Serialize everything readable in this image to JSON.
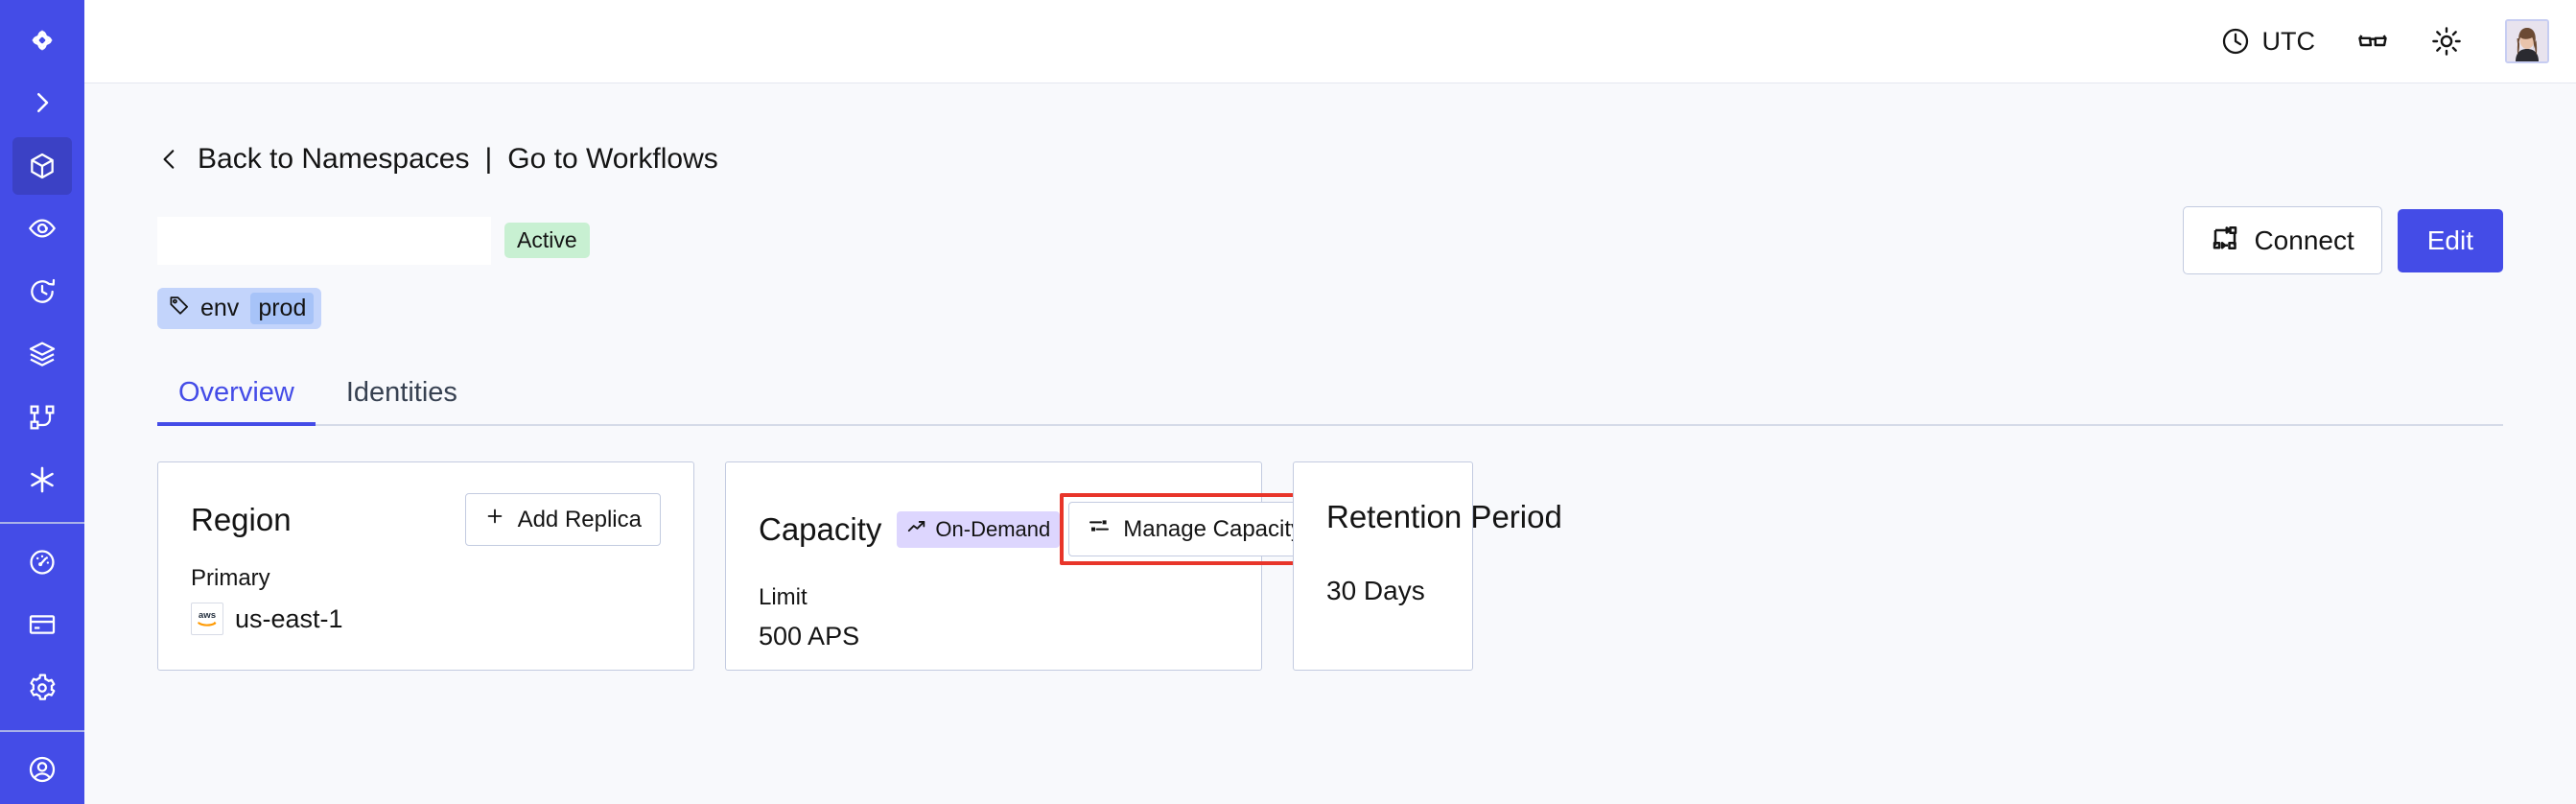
{
  "sidebar": {
    "items": [
      {
        "name": "temporal-logo",
        "label": "Temporal"
      },
      {
        "name": "expand-sidebar",
        "label": "Expand"
      },
      {
        "name": "namespaces",
        "label": "Namespaces",
        "active": true
      },
      {
        "name": "observability",
        "label": "Observability"
      },
      {
        "name": "history",
        "label": "History"
      },
      {
        "name": "layers",
        "label": "Layers"
      },
      {
        "name": "workflows",
        "label": "Workflows"
      },
      {
        "name": "nexus",
        "label": "Nexus"
      },
      {
        "name": "usage",
        "label": "Usage"
      },
      {
        "name": "billing",
        "label": "Billing"
      },
      {
        "name": "settings",
        "label": "Settings"
      }
    ]
  },
  "topbar": {
    "timezone_label": "UTC",
    "timezone_icon": "clock-icon",
    "glasses_icon": "glasses-icon",
    "theme_icon": "sun-icon",
    "avatar_icon": "user-avatar"
  },
  "breadcrumb": {
    "back_icon": "chevron-left-icon",
    "back_label": "Back to Namespaces",
    "divider": "|",
    "forward_label": "Go to Workflows"
  },
  "header": {
    "namespace_title": "",
    "status_badge": "Active",
    "connect_label": "Connect",
    "connect_icon": "connect-flow-icon",
    "edit_label": "Edit"
  },
  "tags": [
    {
      "icon": "tag-icon",
      "key": "env",
      "value": "prod"
    }
  ],
  "tabs": [
    {
      "label": "Overview",
      "active": true
    },
    {
      "label": "Identities",
      "active": false
    }
  ],
  "cards": {
    "region": {
      "title": "Region",
      "action_label": "Add Replica",
      "action_icon": "plus-icon",
      "label": "Primary",
      "provider_icon": "aws-logo",
      "value": "us-east-1"
    },
    "capacity": {
      "title": "Capacity",
      "badge_label": "On-Demand",
      "badge_icon": "trend-up-icon",
      "action_label": "Manage Capacity",
      "action_icon": "sliders-icon",
      "label": "Limit",
      "value": "500 APS"
    },
    "retention": {
      "title": "Retention Period",
      "value": "30 Days"
    }
  },
  "colors": {
    "sidebar": "#444ce7",
    "primary": "#444ce7",
    "page_bg": "#f8f9fc",
    "badge_active_bg": "#c8f0d2",
    "badge_ondemand_bg": "#ddd6fe",
    "tag_bg": "#c3d4fb",
    "highlight": "#e8352a"
  }
}
